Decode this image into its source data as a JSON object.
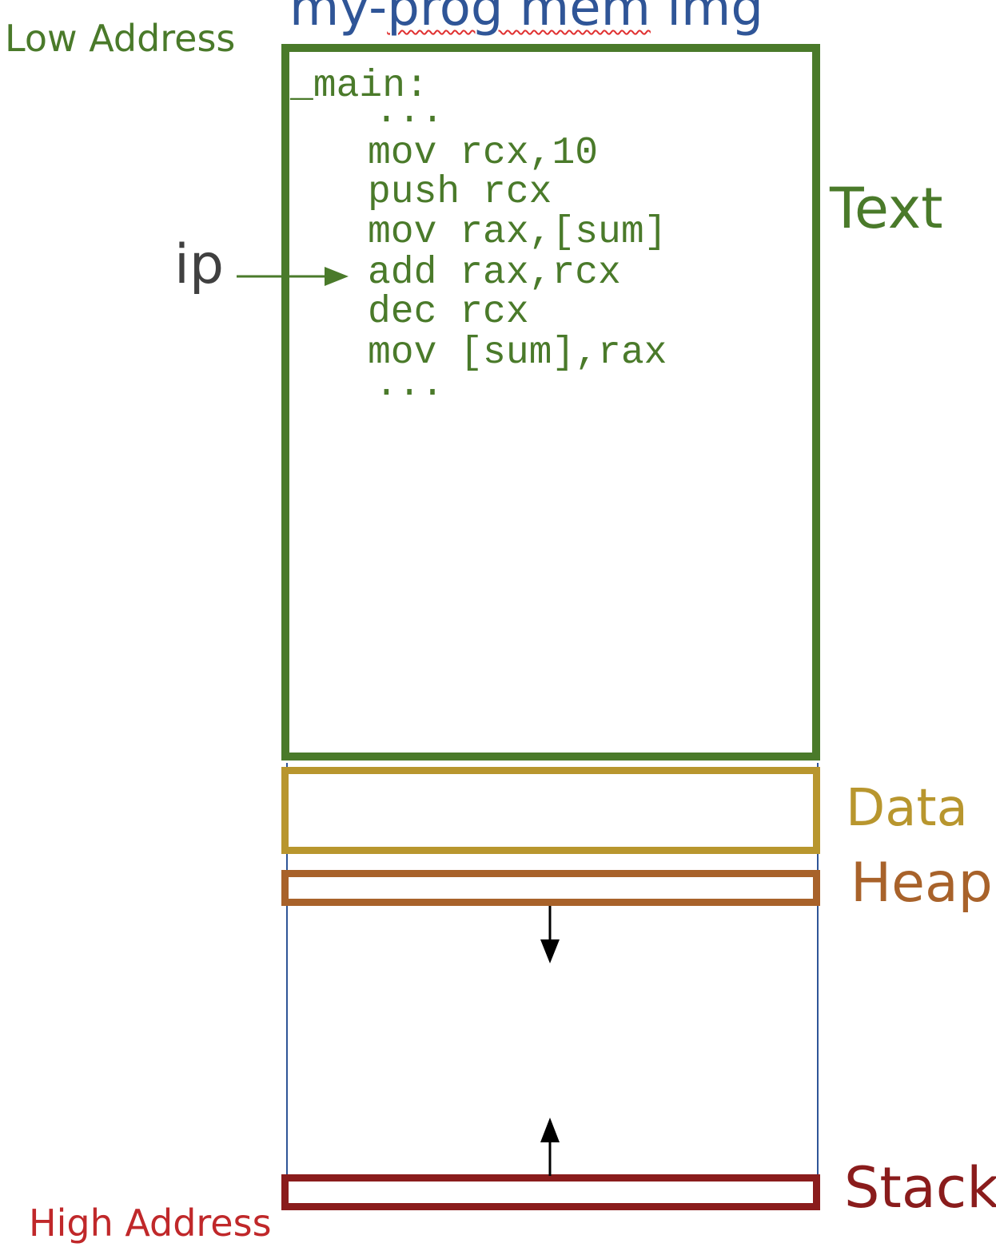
{
  "title": {
    "prefix": "my-",
    "underlined": "prog mem",
    "suffix": " img"
  },
  "address_labels": {
    "low": "Low Address",
    "high": "High Address"
  },
  "segments": {
    "text": "Text",
    "data": "Data",
    "heap": "Heap",
    "stack": "Stack"
  },
  "pointer": {
    "label": "ip"
  },
  "code": {
    "label": "_main:",
    "ellipsis_top": "...",
    "lines": [
      "mov rcx,10",
      "push rcx",
      "mov rax,[sum]",
      "add rax,rcx",
      "dec rcx",
      "mov [sum],rax"
    ],
    "ellipsis_bottom": "..."
  },
  "colors": {
    "title": "#2f5597",
    "text_segment": "#4a7a2a",
    "data_segment": "#b8962e",
    "heap_segment": "#a8622a",
    "stack_segment": "#8a1c1c",
    "high_address": "#c0282a",
    "ip": "#404040",
    "outline": "#2f5597"
  }
}
